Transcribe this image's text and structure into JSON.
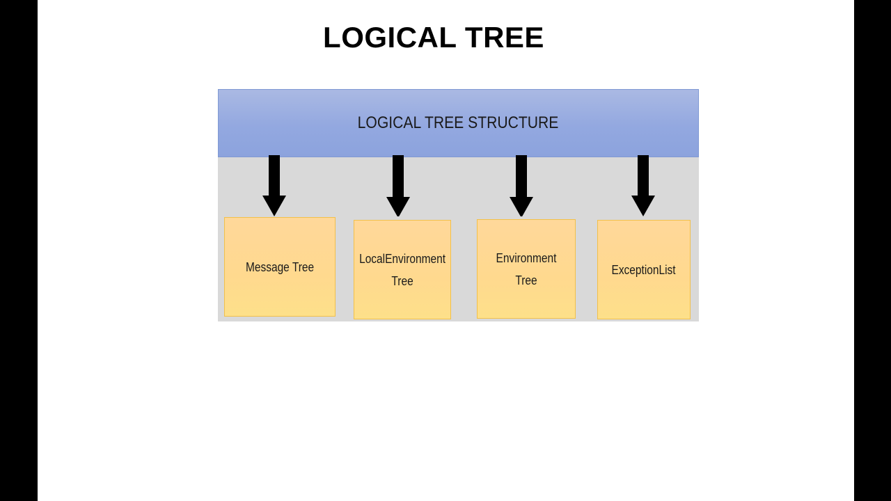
{
  "slide": {
    "title": "LOGICAL TREE"
  },
  "diagram": {
    "root": {
      "label": "LOGICAL TREE STRUCTURE"
    },
    "children": [
      {
        "label": "Message Tree"
      },
      {
        "label": "LocalEnvironment\nTree"
      },
      {
        "label": "Environment Tree"
      },
      {
        "label": "ExceptionList"
      }
    ],
    "colors": {
      "root_fill": "#93a8e0",
      "child_fill": "#ffd98e",
      "child_border": "#f2c04a",
      "background": "#d9d9d9",
      "arrow": "#000000"
    }
  }
}
